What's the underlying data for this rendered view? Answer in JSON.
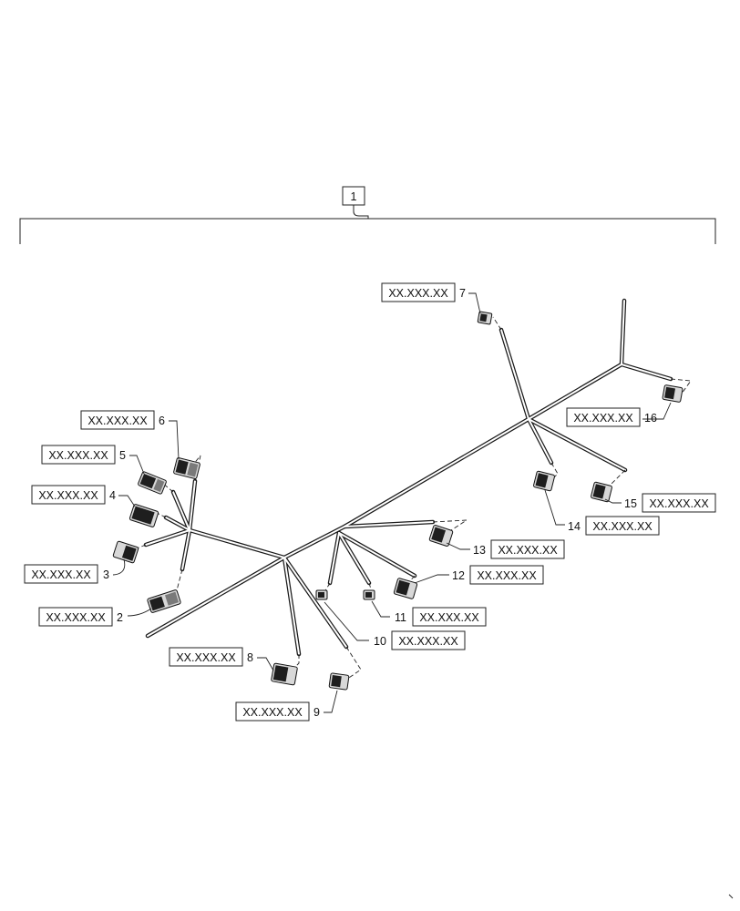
{
  "assembly": {
    "item_number": "1"
  },
  "callouts": [
    {
      "number": "2",
      "ref": "XX.XXX.XX"
    },
    {
      "number": "3",
      "ref": "XX.XXX.XX"
    },
    {
      "number": "4",
      "ref": "XX.XXX.XX"
    },
    {
      "number": "5",
      "ref": "XX.XXX.XX"
    },
    {
      "number": "6",
      "ref": "XX.XXX.XX"
    },
    {
      "number": "7",
      "ref": "XX.XXX.XX"
    },
    {
      "number": "8",
      "ref": "XX.XXX.XX"
    },
    {
      "number": "9",
      "ref": "XX.XXX.XX"
    },
    {
      "number": "10",
      "ref": "XX.XXX.XX"
    },
    {
      "number": "11",
      "ref": "XX.XXX.XX"
    },
    {
      "number": "12",
      "ref": "XX.XXX.XX"
    },
    {
      "number": "13",
      "ref": "XX.XXX.XX"
    },
    {
      "number": "14",
      "ref": "XX.XXX.XX"
    },
    {
      "number": "15",
      "ref": "XX.XXX.XX"
    },
    {
      "number": "16",
      "ref": "XX.XXX.XX"
    }
  ]
}
